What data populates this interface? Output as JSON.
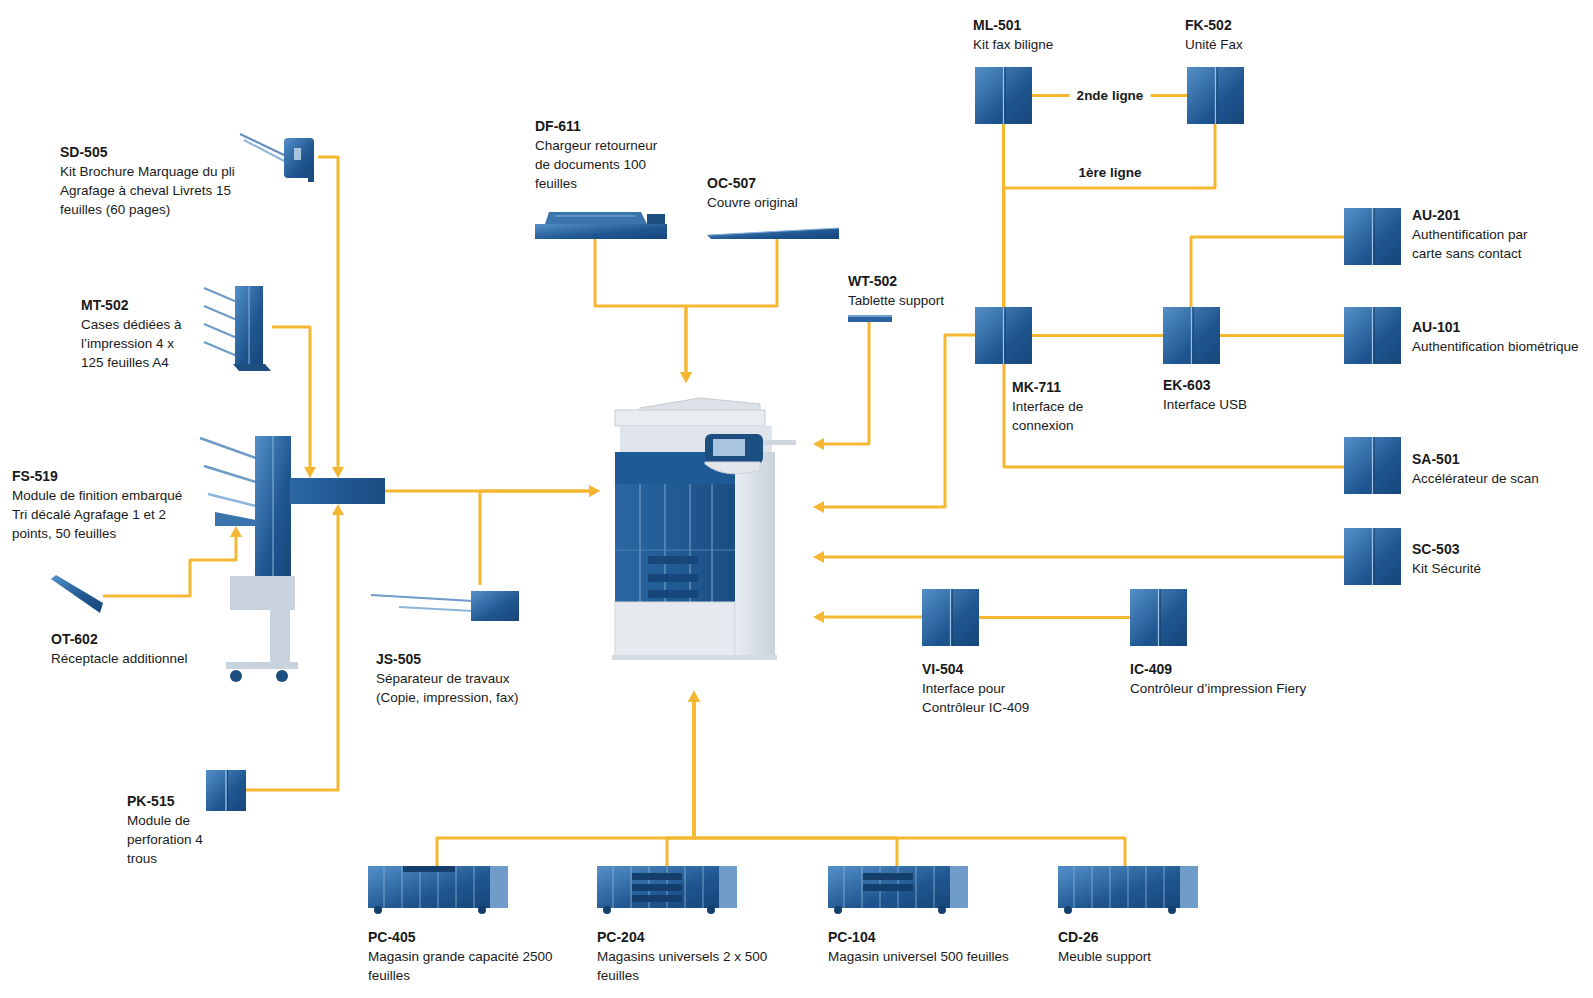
{
  "diagram": {
    "nodes": [
      {
        "text": [
          "ML-501",
          "Kit fax biligne"
        ]
      },
      {
        "text": [
          "FK-502",
          "Unité Fax"
        ]
      },
      {
        "text": [
          "SD-505",
          "Kit Brochure Marquage du pli Agrafage à cheval Livrets 15 feuilles (60 pages)"
        ]
      },
      {
        "text": [
          "DF-611",
          "Chargeur retourneur de documents 100 feuilles"
        ]
      },
      {
        "text": [
          "OC-507",
          "Couvre original"
        ]
      },
      {
        "text": [
          "AU-201",
          "Authentification par carte sans contact"
        ]
      },
      {
        "text": [
          "WT-502",
          "Tablette support"
        ]
      },
      {
        "text": [
          "MT-502",
          "Cases dédiées à l’impression 4 x 125 feuilles A4"
        ]
      },
      {
        "text": [
          "MK-711",
          "Interface de connexion"
        ]
      },
      {
        "text": [
          "EK-603",
          "Interface USB"
        ]
      },
      {
        "text": [
          "AU-101",
          "Authentification biométrique"
        ]
      },
      {
        "text": [
          "SA-501",
          "Accélérateur de scan"
        ]
      },
      {
        "text": [
          "FS-519",
          "Module de finition embarqué Tri décalé Agrafage 1 et 2 points, 50 feuilles"
        ]
      },
      {
        "text": []
      },
      {
        "text": [
          "SC-503",
          "Kit Sécurité"
        ]
      },
      {
        "text": [
          "VI-504",
          "Interface pour Contrôleur IC-409"
        ]
      },
      {
        "text": [
          "IC-409",
          "Contrôleur d’impression Fiery"
        ]
      },
      {
        "text": [
          "OT-602",
          "Réceptacle additionnel"
        ]
      },
      {
        "text": [
          "JS-505",
          "Séparateur de travaux (Copie, impression, fax)"
        ]
      },
      {
        "text": [
          "PK-515",
          "Module de perforation 4 trous"
        ]
      },
      {
        "text": [
          "PC-405",
          "Magasin grande capacité 2500 feuilles"
        ]
      },
      {
        "text": [
          "PC-204",
          "Magasins universels 2 x 500 feuilles"
        ]
      },
      {
        "text": [
          "PC-104",
          "Magasin universel 500 feuilles"
        ]
      },
      {
        "text": [
          "CD-26",
          "Meuble support"
        ]
      }
    ],
    "edges": [
      {
        "from": 0,
        "to": 1,
        "label": "2nde ligne",
        "arrow": "none"
      },
      {
        "from": 1,
        "to": 8,
        "label": "1ère ligne",
        "arrow": "none"
      },
      {
        "from": 0,
        "to": 8,
        "arrow": "none"
      },
      {
        "from": 5,
        "to": 9,
        "arrow": "none"
      },
      {
        "from": 10,
        "to": 9,
        "arrow": "none"
      },
      {
        "from": 9,
        "to": 8,
        "arrow": "none"
      },
      {
        "from": 11,
        "to": 8,
        "arrow": "none"
      },
      {
        "from": 8,
        "to": 13,
        "arrow": "to"
      },
      {
        "from": 6,
        "to": 13,
        "arrow": "to"
      },
      {
        "from": 3,
        "to": 13,
        "arrow": "to"
      },
      {
        "from": 4,
        "to": 13,
        "arrow": "to"
      },
      {
        "from": 14,
        "to": 13,
        "arrow": "to"
      },
      {
        "from": 16,
        "to": 15,
        "arrow": "none"
      },
      {
        "from": 15,
        "to": 13,
        "arrow": "to"
      },
      {
        "from": 2,
        "to": 12,
        "arrow": "to"
      },
      {
        "from": 7,
        "to": 12,
        "arrow": "to"
      },
      {
        "from": 19,
        "to": 12,
        "arrow": "to"
      },
      {
        "from": 17,
        "to": 12,
        "arrow": "to"
      },
      {
        "from": 12,
        "to": 13,
        "arrow": "to"
      },
      {
        "from": 18,
        "to": 13,
        "arrow": "to"
      },
      {
        "from": 20,
        "to": 13,
        "arrow": "to"
      },
      {
        "from": 21,
        "to": 13,
        "arrow": "to"
      },
      {
        "from": 22,
        "to": 13,
        "arrow": "to"
      },
      {
        "from": 23,
        "to": 13,
        "arrow": "to"
      }
    ]
  }
}
